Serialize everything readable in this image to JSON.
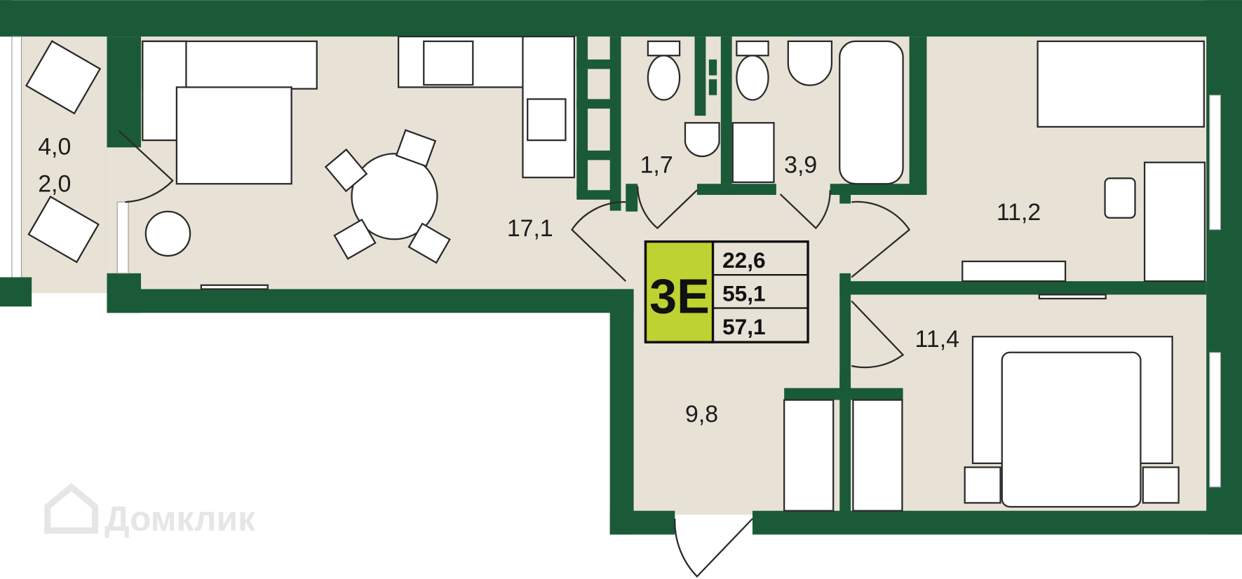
{
  "apartment": {
    "code": "3E",
    "living_area": "22,6",
    "total_area": "55,1",
    "total_area_with_balcony": "57,1",
    "accent_color": "#bed232",
    "wall_color": "#1a5a38",
    "floor_color": "#e8e2d6"
  },
  "rooms": [
    {
      "name": "balcony",
      "area": "4,0",
      "area_reduced": "2,0"
    },
    {
      "name": "kitchen-living",
      "area": "17,1"
    },
    {
      "name": "toilet",
      "area": "1,7"
    },
    {
      "name": "bathroom",
      "area": "3,9"
    },
    {
      "name": "bedroom-1",
      "area": "11,2"
    },
    {
      "name": "bedroom-2",
      "area": "11,4"
    },
    {
      "name": "hallway",
      "area": "9,8"
    }
  ],
  "watermark": "Домклик"
}
